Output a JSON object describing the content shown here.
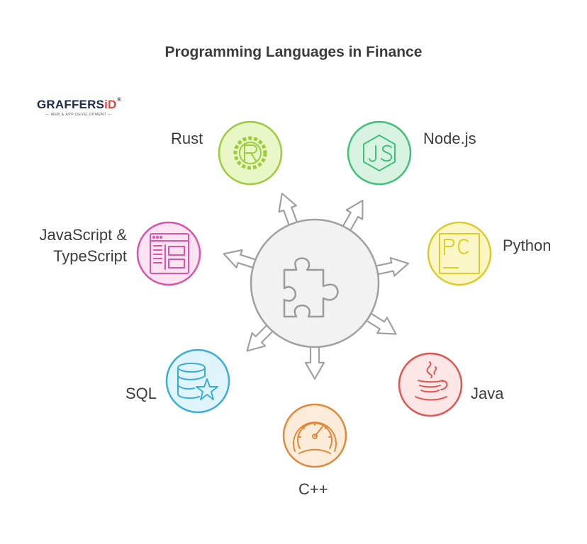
{
  "title": "Programming Languages in Finance",
  "logo": {
    "brand_prefix": "GRAFFERS",
    "brand_suffix": "iD",
    "registered": "®",
    "tagline": "— WEB & APP DEVELOPMENT —"
  },
  "center": {
    "icon": "puzzle-piece-icon",
    "fill": "#f2f2f2",
    "stroke": "#a0a0a0"
  },
  "nodes": [
    {
      "id": "rust",
      "label": "Rust",
      "icon": "rust-gear-r-icon",
      "fill": "#e9f6c6",
      "stroke": "#9ccc3c"
    },
    {
      "id": "nodejs",
      "label": "Node.js",
      "icon": "nodejs-hexagon-js-icon",
      "fill": "#d9f3e3",
      "stroke": "#3fbf78"
    },
    {
      "id": "python",
      "label": "Python",
      "icon": "pycharm-pc-icon",
      "fill": "#fbf6c8",
      "stroke": "#dccc28"
    },
    {
      "id": "java",
      "label": "Java",
      "icon": "java-coffee-cup-icon",
      "fill": "#fde7e6",
      "stroke": "#e0554f"
    },
    {
      "id": "cpp",
      "label": "C++",
      "icon": "speedometer-gauge-icon",
      "fill": "#fdecd9",
      "stroke": "#e0893a"
    },
    {
      "id": "sql",
      "label": "SQL",
      "icon": "database-star-icon",
      "fill": "#dff4fb",
      "stroke": "#3aaed6"
    },
    {
      "id": "js-ts",
      "label_line1": "JavaScript &",
      "label_line2": "TypeScript",
      "icon": "browser-window-layout-icon",
      "fill": "#fbe3f2",
      "stroke": "#d955a8"
    }
  ]
}
